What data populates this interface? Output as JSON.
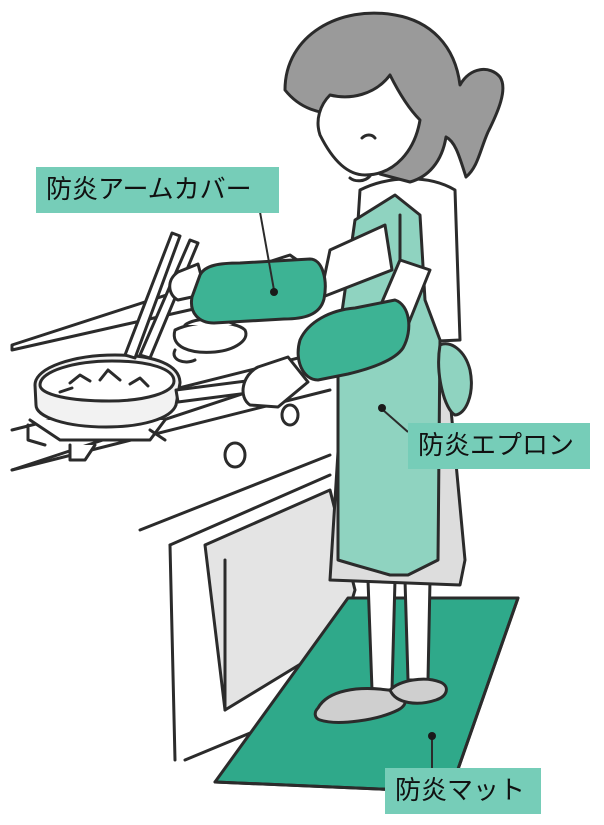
{
  "labels": {
    "arm_cover": "防炎アームカバー",
    "apron": "防炎エプロン",
    "mat": "防炎マット"
  },
  "colors": {
    "label_background": "#76CDB8",
    "arm_cover": "#3DB394",
    "apron": "#8FD3C0",
    "mat": "#2FA98A",
    "outline": "#2b2b2b",
    "hair": "#9a9a9a",
    "cabinet": "#e4e4e4",
    "skirt": "#dddddd",
    "slippers": "#cfcfcf"
  }
}
